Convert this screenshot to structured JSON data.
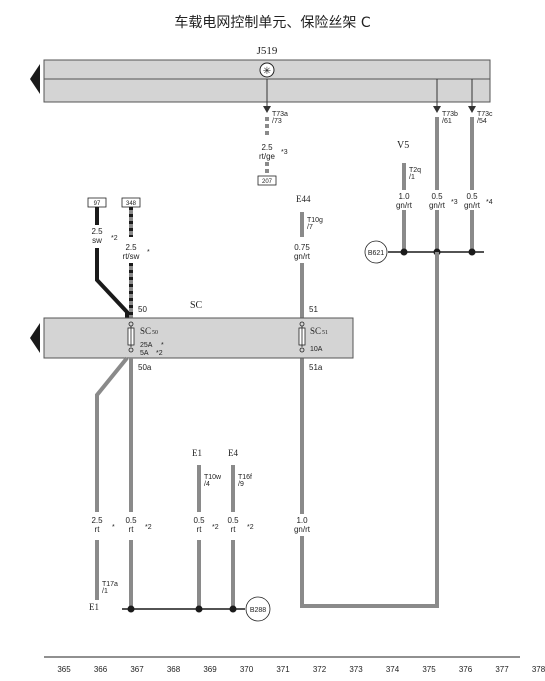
{
  "title": "车载电网控制单元、保险丝架 C",
  "j519": {
    "label": "J519"
  },
  "sc": {
    "label": "SC"
  },
  "top_pins": [
    {
      "connector": "T73a",
      "pin": "/73",
      "gauge": "2.5",
      "color": "rt/ge",
      "note": "*3",
      "ref": "207"
    },
    {
      "connector": "T73b",
      "pin": "/61",
      "gauge": "0.5",
      "color": "gn/rt",
      "note": "*3"
    },
    {
      "connector": "T73c",
      "pin": "/54",
      "gauge": "0.5",
      "color": "gn/rt",
      "note": "*4"
    }
  ],
  "v5": {
    "label": "V5",
    "connector": "T2q",
    "pin": "/1",
    "gauge": "1.0",
    "color": "gn/rt"
  },
  "b621": "B621",
  "e44": {
    "label": "E44",
    "connector": "T10g",
    "pin": "/7",
    "gauge": "0.75",
    "color": "gn/rt"
  },
  "ref97": {
    "ref": "97",
    "gauge": "2.5",
    "color": "sw",
    "note": "*2"
  },
  "ref348": {
    "ref": "348",
    "gauge": "2.5",
    "color": "rt/sw",
    "note": "*"
  },
  "sc50": {
    "pin_in": "50",
    "name": "SC",
    "sub": "50",
    "rating1": "25A",
    "rating1_note": "*",
    "rating2": "5A",
    "rating2_note": "*2",
    "pin_out": "50a"
  },
  "sc51": {
    "pin_in": "51",
    "name": "SC",
    "sub": "51",
    "rating": "10A",
    "pin_out": "51a"
  },
  "bottom_wires": [
    {
      "gauge": "2.5",
      "color": "rt",
      "note": "*"
    },
    {
      "gauge": "0.5",
      "color": "rt",
      "note": "*2"
    },
    {
      "gauge": "0.5",
      "color": "rt",
      "note": "*2"
    },
    {
      "gauge": "0.5",
      "color": "rt",
      "note": "*2"
    },
    {
      "gauge": "1.0",
      "color": "gn/rt",
      "note": ""
    }
  ],
  "e1_left": {
    "label": "E1",
    "connector": "T17a",
    "pin": "/1"
  },
  "e1_mid": {
    "label": "E1",
    "connector": "T10w",
    "pin": "/4"
  },
  "e4": {
    "label": "E4",
    "connector": "T16f",
    "pin": "/9"
  },
  "b288": "B288",
  "axis_ticks": [
    "365",
    "366",
    "367",
    "368",
    "369",
    "370",
    "371",
    "372",
    "373",
    "374",
    "375",
    "376",
    "377",
    "378"
  ],
  "colors": {
    "wire": "#8a8a8a",
    "wire_black": "#1a1a1a",
    "box": "#d4d4d4",
    "box_line": "#555555"
  }
}
